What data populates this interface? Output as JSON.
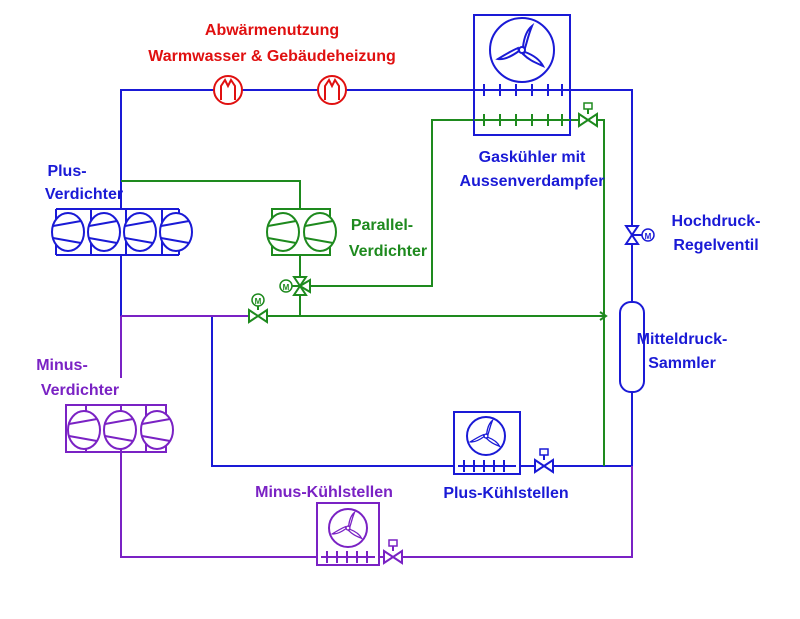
{
  "colors": {
    "blue": "#1a1ad6",
    "green": "#1e8a1e",
    "purple": "#7a22c4",
    "red": "#e01010"
  },
  "labels": {
    "heat_recovery_1": "Abwärmenutzung",
    "heat_recovery_2": "Warmwasser & Gebäudeheizung",
    "gas_cooler_1": "Gaskühler mit",
    "gas_cooler_2": "Aussenverdampfer",
    "plus_comp_1": "Plus-",
    "plus_comp_2": "Verdichter",
    "parallel_comp_1": "Parallel-",
    "parallel_comp_2": "Verdichter",
    "hp_valve_1": "Hochdruck-",
    "hp_valve_2": "Regelventil",
    "receiver_1": "Mitteldruck-",
    "receiver_2": "Sammler",
    "minus_comp_1": "Minus-",
    "minus_comp_2": "Verdichter",
    "plus_cooling": "Plus-Kühlstellen",
    "minus_cooling": "Minus-Kühlstellen",
    "motor_symbol": "M"
  },
  "icons": {
    "compressor": "compressor-icon",
    "fan": "fan-icon",
    "heat_exchanger": "heat-exchanger-icon",
    "valve": "valve-icon",
    "motor": "motor-icon",
    "receiver": "receiver-tank-icon"
  }
}
